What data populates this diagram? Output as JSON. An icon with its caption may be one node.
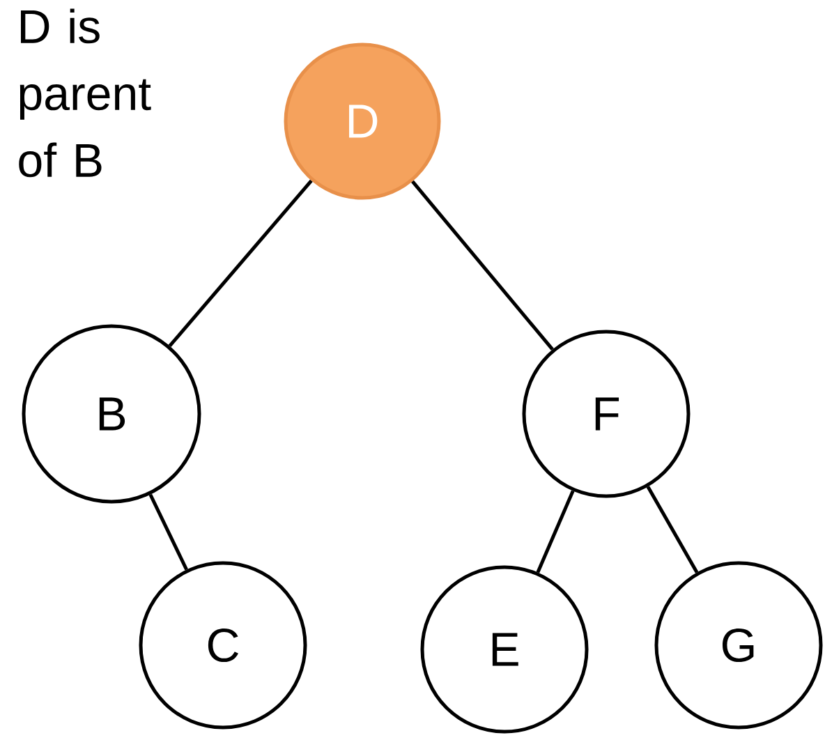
{
  "diagram": {
    "nodes": [
      {
        "text": [
          "D"
        ]
      },
      {
        "text": [
          "B"
        ]
      },
      {
        "text": [
          "F"
        ]
      },
      {
        "text": [
          "C"
        ]
      },
      {
        "text": [
          "E"
        ]
      },
      {
        "text": [
          "G"
        ]
      }
    ],
    "edges": [
      {
        "from": 0,
        "to": 1,
        "arrow": "none"
      },
      {
        "from": 0,
        "to": 2,
        "arrow": "none"
      },
      {
        "from": 1,
        "to": 3,
        "arrow": "none"
      },
      {
        "from": 2,
        "to": 4,
        "arrow": "none"
      },
      {
        "from": 2,
        "to": 5,
        "arrow": "none"
      }
    ],
    "labels": [
      "D is parent of B"
    ]
  }
}
